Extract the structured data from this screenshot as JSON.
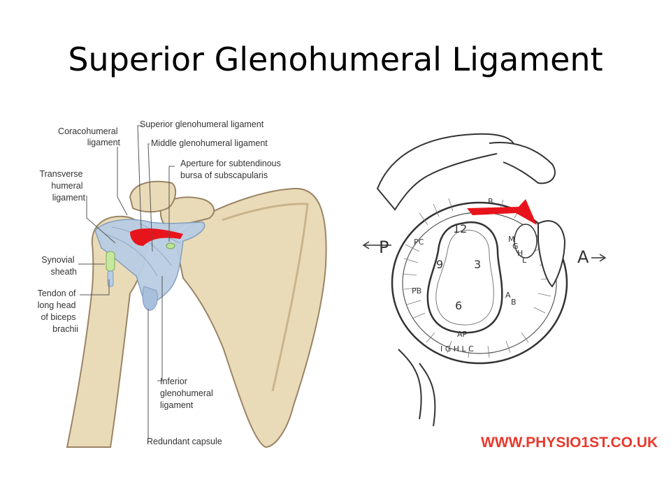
{
  "slide": {
    "title": "Superior Glenohumeral Ligament"
  },
  "left_figure": {
    "labels": {
      "coracohumeral": [
        "Coracohumeral",
        "ligament"
      ],
      "superior_gh": "Superior glenohumeral ligament",
      "middle_gh": "Middle glenohumeral ligament",
      "aperture": [
        "Aperture for subtendinous",
        "bursa of subscapularis"
      ],
      "transverse": [
        "Transverse",
        "humeral",
        "ligament"
      ],
      "synovial": [
        "Synovial",
        "sheath"
      ],
      "tendon": [
        "Tendon of",
        "long head",
        "of biceps",
        "brachii"
      ],
      "inferior_gh": [
        "Inferior",
        "glenohumeral",
        "ligament"
      ],
      "redundant": "Redundant capsule"
    }
  },
  "right_figure": {
    "side_labels": {
      "posterior": "P",
      "anterior": "A"
    },
    "clock": [
      "12",
      "9",
      "3",
      "6"
    ],
    "region_labels": {
      "b": "B",
      "pc": "PC",
      "pb": "PB",
      "mghl": [
        "M",
        "G",
        "H",
        "L"
      ],
      "ab": [
        "A",
        "B"
      ],
      "ap": "AP",
      "ighlc": "I G H L C"
    }
  },
  "watermark": "WWW.PHYSIO1ST.CO.UK",
  "colors": {
    "highlight": "#e8141c",
    "bone": "#eadbb8",
    "capsule": "#b9cde3",
    "watermark": "#e8392c"
  }
}
